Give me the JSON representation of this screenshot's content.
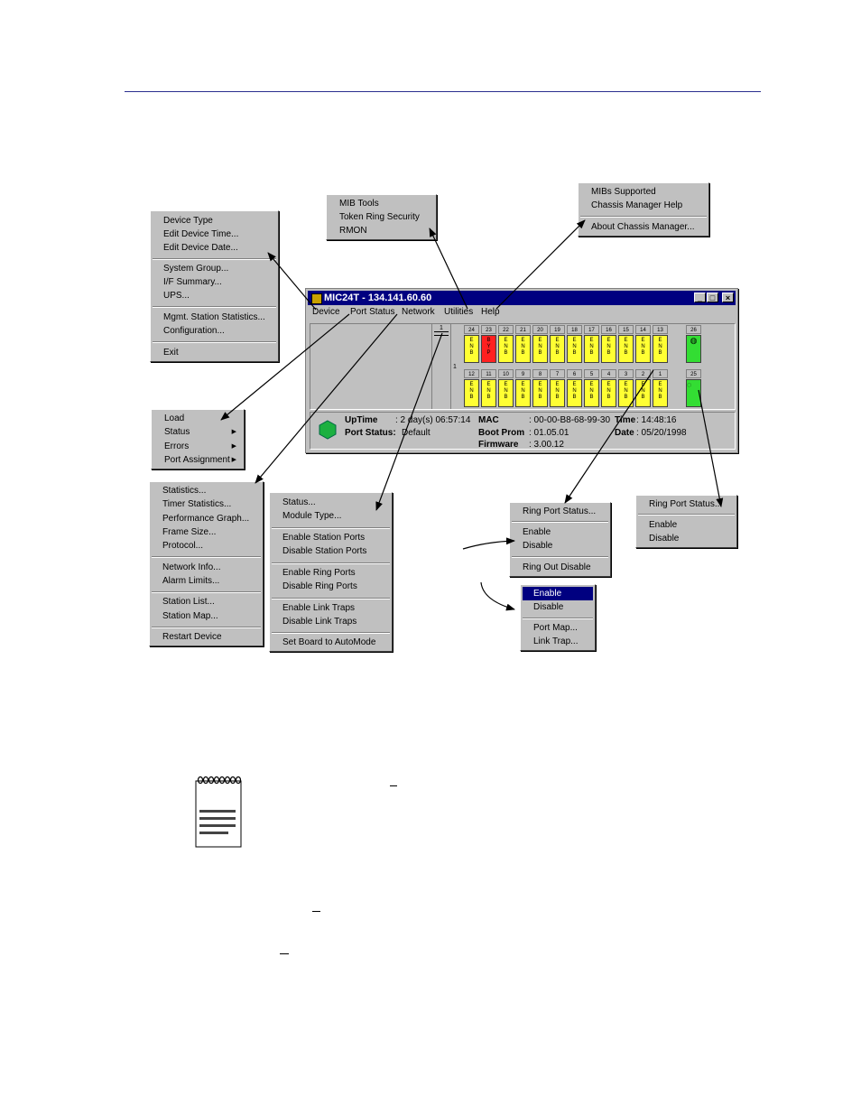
{
  "device_menu": {
    "items": [
      "Device Type",
      "Edit Device Time...",
      "Edit Device Date...",
      "System Group...",
      "I/F Summary...",
      "UPS...",
      "Mgmt. Station Statistics...",
      "Configuration...",
      "Exit"
    ]
  },
  "utilities_menu": {
    "items": [
      "MIB Tools",
      "Token Ring Security",
      "RMON"
    ]
  },
  "help_menu": {
    "items": [
      "MIBs Supported",
      "Chassis Manager Help",
      "About Chassis Manager..."
    ]
  },
  "port_status_menu": {
    "items": [
      "Load",
      "Status",
      "Errors",
      "Port Assignment"
    ]
  },
  "network_menu": {
    "items": [
      "Statistics...",
      "Timer Statistics...",
      "Performance Graph...",
      "Frame Size...",
      "Protocol...",
      "Network Info...",
      "Alarm Limits...",
      "Station List...",
      "Station Map...",
      "Restart Device"
    ]
  },
  "module_menu": {
    "items": [
      "Status...",
      "Module Type...",
      "Enable Station Ports",
      "Disable Station Ports",
      "Enable Ring Ports",
      "Disable Ring Ports",
      "Enable Link Traps",
      "Disable Link Traps",
      "Set Board to AutoMode"
    ]
  },
  "ring_port_menu_a": {
    "items": [
      "Ring Port Status...",
      "Enable",
      "Disable",
      "Ring Out Disable"
    ]
  },
  "ring_port_menu_b": {
    "items": [
      "Ring Port Status...",
      "Enable",
      "Disable"
    ]
  },
  "station_port_menu": {
    "items": [
      "Enable",
      "Disable",
      "Port Map...",
      "Link Trap..."
    ],
    "selected": "Enable"
  },
  "window": {
    "title": "MIC24T - 134.141.60.60",
    "menubar": [
      "Device",
      "Port Status",
      "Network",
      "Utilities",
      "Help"
    ],
    "module_label": "1",
    "module_slot": "1",
    "top_ports": [
      {
        "num": "24",
        "state": "E N B",
        "color": "yellow"
      },
      {
        "num": "23",
        "state": "B Y P",
        "color": "red"
      },
      {
        "num": "22",
        "state": "E N B",
        "color": "yellow"
      },
      {
        "num": "21",
        "state": "E N B",
        "color": "yellow"
      },
      {
        "num": "20",
        "state": "E N B",
        "color": "yellow"
      },
      {
        "num": "19",
        "state": "E N B",
        "color": "yellow"
      },
      {
        "num": "18",
        "state": "E N B",
        "color": "yellow"
      },
      {
        "num": "17",
        "state": "E N B",
        "color": "yellow"
      },
      {
        "num": "16",
        "state": "E N B",
        "color": "yellow"
      },
      {
        "num": "15",
        "state": "E N B",
        "color": "yellow"
      },
      {
        "num": "14",
        "state": "E N B",
        "color": "yellow"
      },
      {
        "num": "13",
        "state": "E N B",
        "color": "yellow"
      }
    ],
    "bottom_ports": [
      {
        "num": "12",
        "state": "E N B",
        "color": "yellow"
      },
      {
        "num": "11",
        "state": "E N B",
        "color": "yellow"
      },
      {
        "num": "10",
        "state": "E N B",
        "color": "yellow"
      },
      {
        "num": "9",
        "state": "E N B",
        "color": "yellow"
      },
      {
        "num": "8",
        "state": "E N B",
        "color": "yellow"
      },
      {
        "num": "7",
        "state": "E N B",
        "color": "yellow"
      },
      {
        "num": "6",
        "state": "E N B",
        "color": "yellow"
      },
      {
        "num": "5",
        "state": "E N B",
        "color": "yellow"
      },
      {
        "num": "4",
        "state": "E N B",
        "color": "yellow"
      },
      {
        "num": "3",
        "state": "E N B",
        "color": "yellow"
      },
      {
        "num": "2",
        "state": "E N B",
        "color": "yellow"
      },
      {
        "num": "1",
        "state": "E N B",
        "color": "yellow"
      }
    ],
    "ring_ports": [
      {
        "num": "26"
      },
      {
        "num": "25"
      }
    ],
    "status": {
      "uptime_label": "UpTime",
      "uptime_value": ": 2 day(s) 06:57:14",
      "port_status_label": "Port Status:",
      "port_status_value": "Default",
      "mac_label": "MAC",
      "mac_value": ": 00-00-B8-68-99-30",
      "boot_prom_label": "Boot Prom",
      "boot_prom_value": ": 01.05.01",
      "firmware_label": "Firmware",
      "firmware_value": ": 3.00.12",
      "time_label": "Time",
      "time_value": ": 14:48:16",
      "date_label": "Date",
      "date_value": ": 05/20/1998"
    }
  }
}
